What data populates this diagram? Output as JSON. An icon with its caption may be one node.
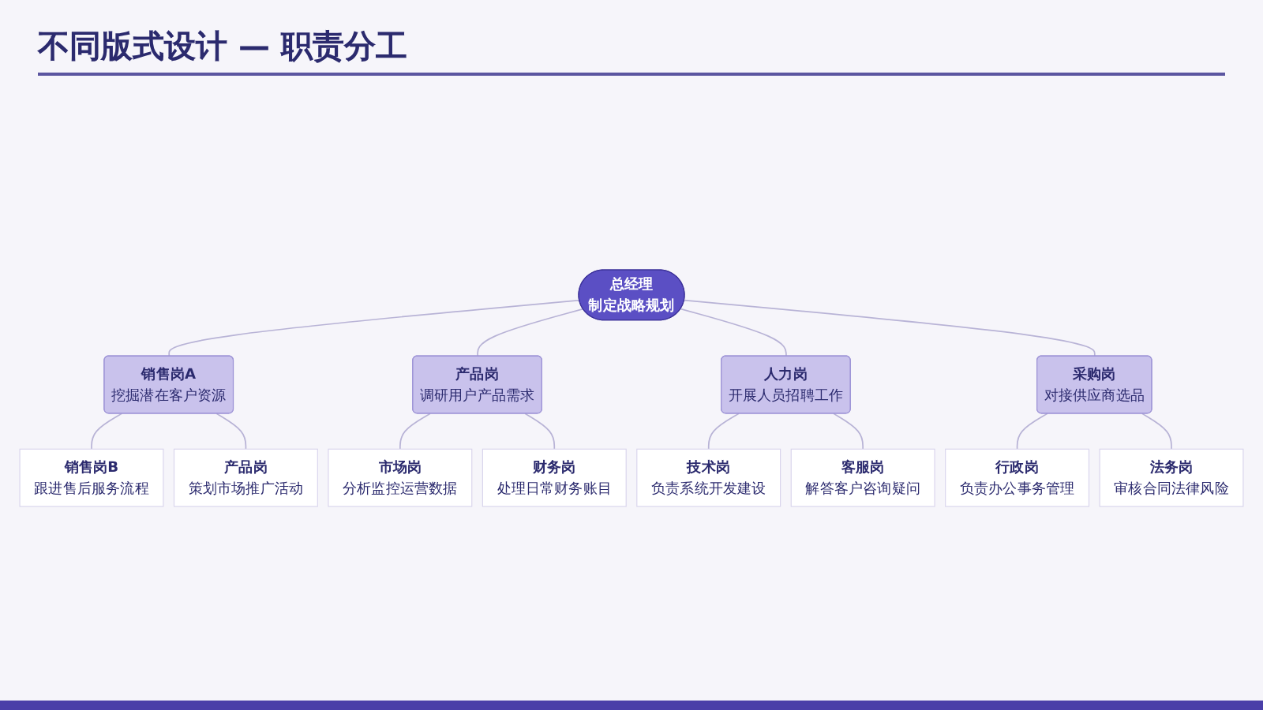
{
  "diagram": {
    "title": "不同版式设计 — 职责分工",
    "nodes": [
      {
        "text": [
          "总经理",
          "制定战略规划"
        ]
      },
      {
        "text": [
          "销售岗A",
          "挖掘潜在客户资源"
        ]
      },
      {
        "text": [
          "产品岗",
          "调研用户产品需求"
        ]
      },
      {
        "text": [
          "人力岗",
          "开展人员招聘工作"
        ]
      },
      {
        "text": [
          "采购岗",
          "对接供应商选品"
        ]
      },
      {
        "text": [
          "销售岗B",
          "跟进售后服务流程"
        ]
      },
      {
        "text": [
          "市场岗",
          "分析监控运营数据"
        ]
      },
      {
        "text": [
          "技术岗",
          "负责系统开发建设"
        ]
      },
      {
        "text": [
          "行政岗",
          "负责办公事务管理"
        ]
      },
      {
        "text": [
          "产品岗",
          "策划市场推广活动"
        ]
      },
      {
        "text": [
          "财务岗",
          "处理日常财务账目"
        ]
      },
      {
        "text": [
          "客服岗",
          "解答客户咨询疑问"
        ]
      },
      {
        "text": [
          "法务岗",
          "审核合同法律风险"
        ]
      }
    ],
    "edges": [
      {
        "from": 0,
        "to": 1,
        "arrow": "none"
      },
      {
        "from": 0,
        "to": 2,
        "arrow": "none"
      },
      {
        "from": 0,
        "to": 3,
        "arrow": "none"
      },
      {
        "from": 0,
        "to": 4,
        "arrow": "none"
      },
      {
        "from": 1,
        "to": 5,
        "arrow": "none"
      },
      {
        "from": 1,
        "to": 9,
        "arrow": "none"
      },
      {
        "from": 2,
        "to": 6,
        "arrow": "none"
      },
      {
        "from": 2,
        "to": 10,
        "arrow": "none"
      },
      {
        "from": 3,
        "to": 7,
        "arrow": "none"
      },
      {
        "from": 3,
        "to": 11,
        "arrow": "none"
      },
      {
        "from": 4,
        "to": 8,
        "arrow": "none"
      },
      {
        "from": 4,
        "to": 12,
        "arrow": "none"
      }
    ]
  }
}
